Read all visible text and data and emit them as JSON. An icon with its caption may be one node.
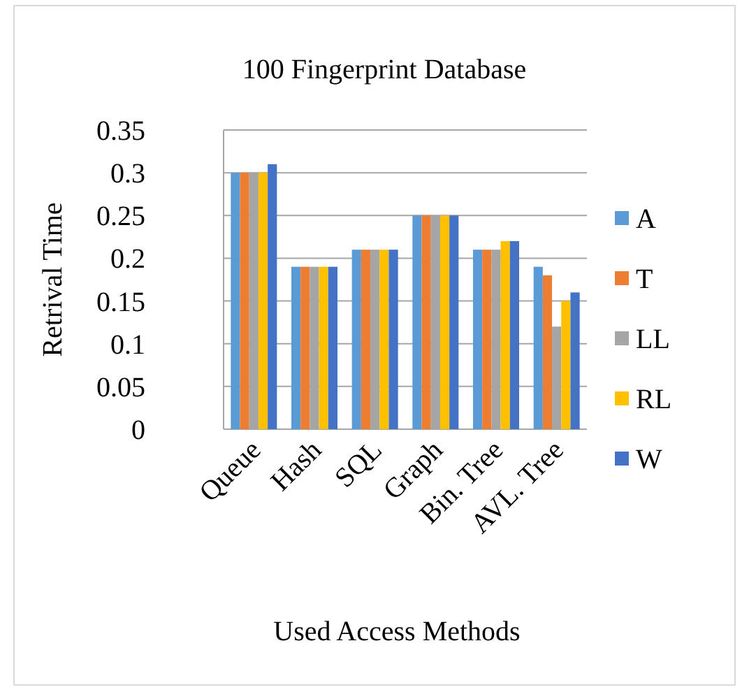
{
  "diagram": {
    "chart_data": {
      "type": "bar",
      "title": "100 Fingerprint Database",
      "xlabel": "Used Access Methods",
      "ylabel": "Retrival Time",
      "categories": [
        "Queue",
        "Hash",
        "SQL",
        "Graph",
        "Bin. Tree",
        "AVL. Tree"
      ],
      "series": [
        {
          "name": "A",
          "color": "#5b9bd5",
          "values": [
            0.3,
            0.19,
            0.21,
            0.25,
            0.21,
            0.19
          ]
        },
        {
          "name": "T",
          "color": "#ed7d31",
          "values": [
            0.3,
            0.19,
            0.21,
            0.25,
            0.21,
            0.18
          ]
        },
        {
          "name": "LL",
          "color": "#a5a5a5",
          "values": [
            0.3,
            0.19,
            0.21,
            0.25,
            0.21,
            0.12
          ]
        },
        {
          "name": "RL",
          "color": "#ffc000",
          "values": [
            0.3,
            0.19,
            0.21,
            0.25,
            0.22,
            0.15
          ]
        },
        {
          "name": "W",
          "color": "#4472c4",
          "values": [
            0.31,
            0.19,
            0.21,
            0.25,
            0.22,
            0.16
          ]
        }
      ],
      "ylim": [
        0,
        0.35
      ],
      "yticks": [
        0,
        0.05,
        0.1,
        0.15,
        0.2,
        0.25,
        0.3,
        0.35
      ],
      "grid": true,
      "legend": "right"
    }
  }
}
